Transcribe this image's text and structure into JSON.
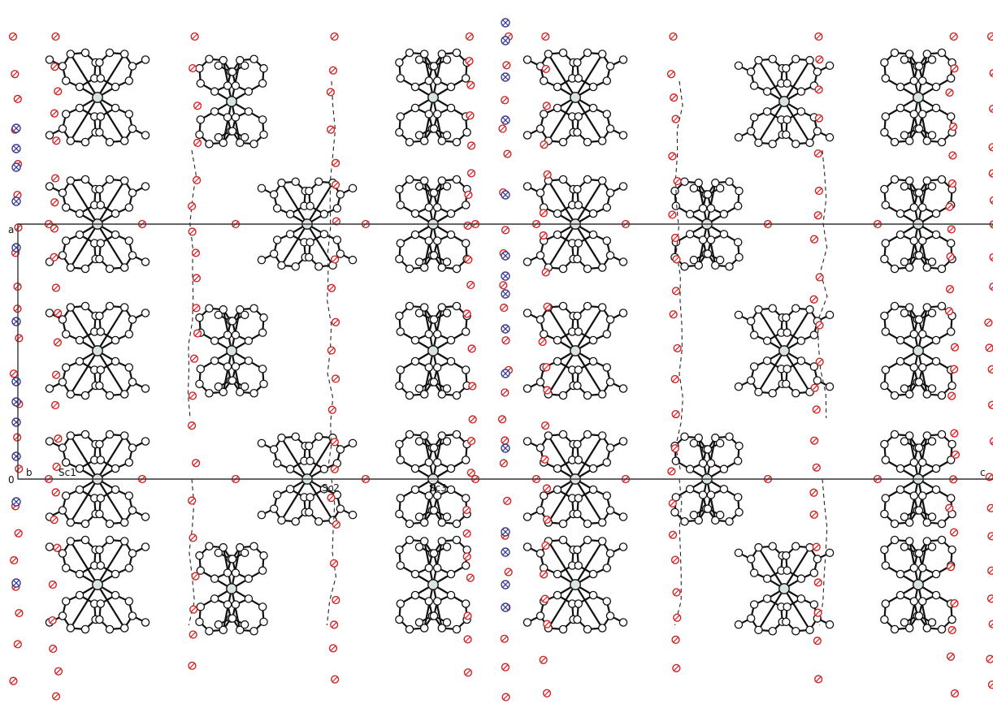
{
  "diagram": {
    "axis_labels": {
      "a": "a",
      "b": "b",
      "c": "c",
      "origin": "0"
    },
    "atom_labels": {
      "sc1": "Sc1",
      "sc2": "Sc2",
      "sc3": "Sc3"
    },
    "legend_colors": {
      "bond": "#111111",
      "carbon_fill": "#ffffff",
      "scandium_fill": "#d8e4e0",
      "oxygen_stroke": "#d22222",
      "nitrogen_stroke": "#3b3b8f"
    }
  }
}
